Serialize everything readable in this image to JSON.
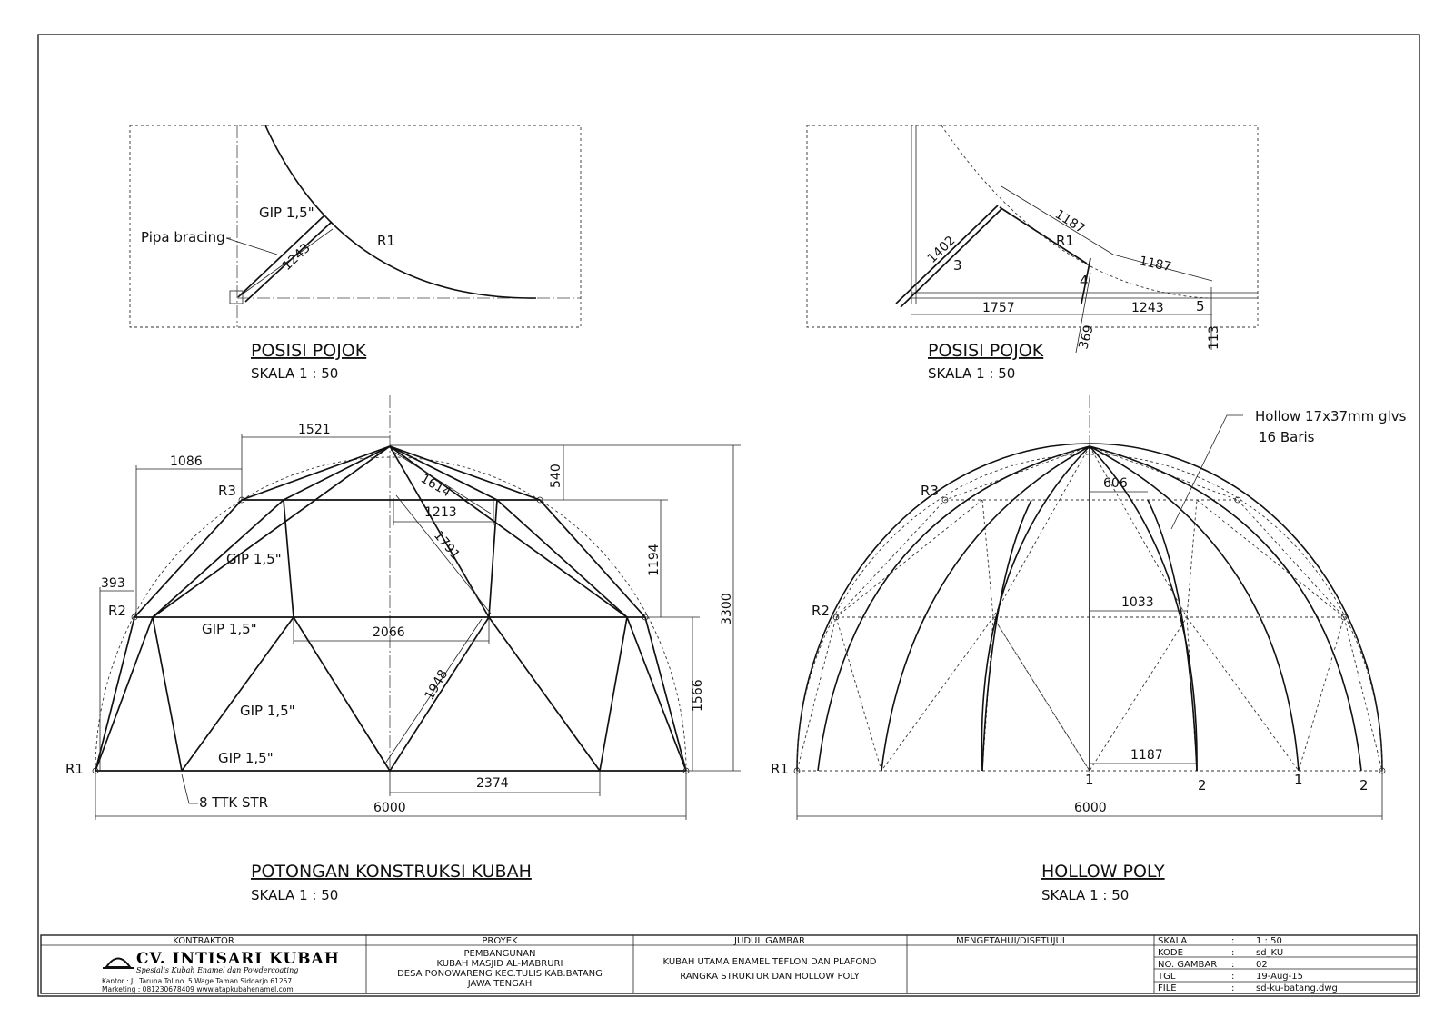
{
  "views": {
    "pojok_left": {
      "title": "POSISI POJOK",
      "scale": "SKALA 1 : 50",
      "labels": {
        "pipe": "GIP 1,5\"",
        "bracing": "Pipa bracing",
        "radius": "R1"
      },
      "dims": {
        "bracing_len": "1243"
      }
    },
    "pojok_right": {
      "title": "POSISI POJOK",
      "scale": "SKALA 1 : 50",
      "labels": {
        "radius": "R1",
        "p3": "3",
        "p4": "4",
        "p5": "5"
      },
      "dims": {
        "d1402": "1402",
        "d1187a": "1187",
        "d1187b": "1187",
        "d1757": "1757",
        "d1243": "1243",
        "d369": "369",
        "d113": "113"
      }
    },
    "potongan": {
      "title": "POTONGAN KONSTRUKSI KUBAH",
      "scale": "SKALA 1 : 50",
      "labels": {
        "r1": "R1",
        "r2": "R2",
        "r3": "R3",
        "gip1": "GIP 1,5\"",
        "gip2": "GIP 1,5\"",
        "gip3": "GIP 1,5\"",
        "gip4": "GIP 1,5\"",
        "ttk": "8 TTK STR"
      },
      "dims": {
        "d1521": "1521",
        "d1086": "1086",
        "d540": "540",
        "d1614": "1614",
        "d1213": "1213",
        "d1791": "1791",
        "d1194": "1194",
        "d3300": "3300",
        "d393": "393",
        "d2066": "2066",
        "d1948": "1948",
        "d1566": "1566",
        "d2374": "2374",
        "d6000": "6000"
      }
    },
    "hollow": {
      "title": "HOLLOW POLY",
      "scale": "SKALA 1 : 50",
      "labels": {
        "r1": "R1",
        "r2": "R2",
        "r3": "R3",
        "note1": "Hollow 17x37mm glvs",
        "note2": "16 Baris",
        "n1a": "1",
        "n2a": "2",
        "n1b": "1",
        "n2b": "2"
      },
      "dims": {
        "d606": "606",
        "d1033": "1033",
        "d1187": "1187",
        "d6000": "6000"
      }
    }
  },
  "titleblock": {
    "kontraktor_header": "KONTRAKTOR",
    "company": "CV. INTISARI KUBAH",
    "tagline": "Spesialis Kubah Enamel dan Powdercoating",
    "address": "Kantor : Jl. Taruna Tol no. 5 Wage Taman Sidoarjo 61257",
    "marketing": "Marketing : 081230678409   www.atapkubahenamel.com",
    "proyek_header": "PROYEK",
    "proyek_l1": "PEMBANGUNAN",
    "proyek_l2": "KUBAH MASJID AL-MABRURI",
    "proyek_l3": "DESA PONOWARENG  KEC.TULIS  KAB.BATANG",
    "proyek_l4": "JAWA TENGAH",
    "judul_header": "JUDUL GAMBAR",
    "judul_l1": "KUBAH UTAMA ENAMEL TEFLON DAN PLAFOND",
    "judul_l2": "RANGKA STRUKTUR DAN HOLLOW POLY",
    "approve_header": "MENGETAHUI/DISETUJUI",
    "info": [
      {
        "key": "SKALA",
        "val": "1 : 50"
      },
      {
        "key": "KODE",
        "val": "sd_KU"
      },
      {
        "key": "NO. GAMBAR",
        "val": "02"
      },
      {
        "key": "TGL",
        "val": "19-Aug-15"
      },
      {
        "key": "FILE",
        "val": "sd-ku-batang.dwg"
      }
    ]
  }
}
